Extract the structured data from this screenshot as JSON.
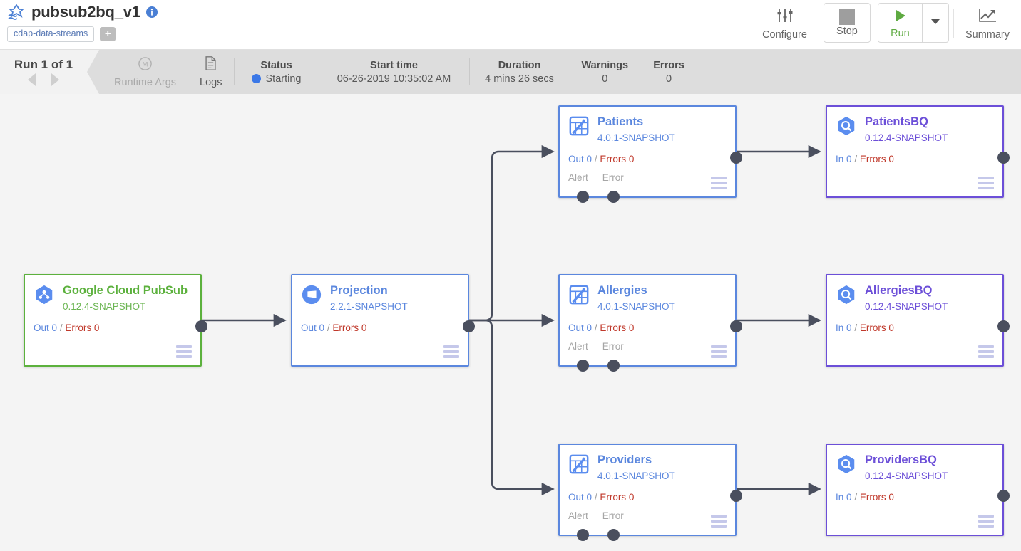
{
  "header": {
    "pipeline_icon": "pipeline-icon",
    "title": "pubsub2bq_v1",
    "info_icon": "info-icon",
    "tags": [
      "cdap-data-streams"
    ],
    "add_tag_label": "+",
    "tools": [
      {
        "name": "configure",
        "label": "Configure",
        "icon": "sliders-icon",
        "boxed": false
      },
      {
        "name": "stop",
        "label": "Stop",
        "icon": "stop-square-icon",
        "boxed": true
      },
      {
        "name": "run",
        "label": "Run",
        "icon": "play-triangle-icon",
        "boxed": true,
        "has_caret": true
      },
      {
        "name": "summary",
        "label": "Summary",
        "icon": "chart-line-icon",
        "boxed": false
      }
    ]
  },
  "statusbar": {
    "run_selector": {
      "label": "Run 1 of 1",
      "prev_icon": "triangle-left-icon",
      "next_icon": "triangle-right-icon"
    },
    "cells": [
      {
        "name": "runtime-args",
        "icon": "macro-m-icon",
        "head": "",
        "value": "Runtime Args",
        "dim": true
      },
      {
        "name": "logs",
        "icon": "document-icon",
        "head": "",
        "value": "Logs",
        "dim": false
      },
      {
        "name": "status",
        "head": "Status",
        "value": "Starting",
        "status_dot": "#3b78e7"
      },
      {
        "name": "start-time",
        "head": "Start time",
        "value": "06-26-2019 10:35:02 AM"
      },
      {
        "name": "duration",
        "head": "Duration",
        "value": "4 mins 26 secs"
      },
      {
        "name": "warnings",
        "head": "Warnings",
        "value": "0"
      },
      {
        "name": "errors",
        "head": "Errors",
        "value": "0"
      }
    ]
  },
  "colors": {
    "source_border": "#5cb13d",
    "transform_border": "#5b87de",
    "sink_border": "#6c4fd8",
    "error_text": "#c0392b",
    "canvas_bg": "#f4f4f4",
    "edge": "#4a4f5e"
  },
  "nodes": [
    {
      "id": "pubsub",
      "kind": "source",
      "icon": "google-cloud-pubsub-icon",
      "name": "Google Cloud PubSub",
      "version": "0.12.4-SNAPSHOT",
      "metric_label": "Out",
      "metric_value": "0",
      "errors_label": "Errors",
      "errors_value": "0",
      "ports": []
    },
    {
      "id": "projection",
      "kind": "transform",
      "icon": "projection-icon",
      "name": "Projection",
      "version": "2.2.1-SNAPSHOT",
      "metric_label": "Out",
      "metric_value": "0",
      "errors_label": "Errors",
      "errors_value": "0",
      "ports": []
    },
    {
      "id": "patients",
      "kind": "transform",
      "icon": "wrangler-icon",
      "name": "Patients",
      "version": "4.0.1-SNAPSHOT",
      "metric_label": "Out",
      "metric_value": "0",
      "errors_label": "Errors",
      "errors_value": "0",
      "ports": [
        "Alert",
        "Error"
      ]
    },
    {
      "id": "patientsbq",
      "kind": "sink",
      "icon": "bigquery-icon",
      "name": "PatientsBQ",
      "version": "0.12.4-SNAPSHOT",
      "metric_label": "In",
      "metric_value": "0",
      "errors_label": "Errors",
      "errors_value": "0",
      "ports": []
    },
    {
      "id": "allergies",
      "kind": "transform",
      "icon": "wrangler-icon",
      "name": "Allergies",
      "version": "4.0.1-SNAPSHOT",
      "metric_label": "Out",
      "metric_value": "0",
      "errors_label": "Errors",
      "errors_value": "0",
      "ports": [
        "Alert",
        "Error"
      ]
    },
    {
      "id": "allergiesbq",
      "kind": "sink",
      "icon": "bigquery-icon",
      "name": "AllergiesBQ",
      "version": "0.12.4-SNAPSHOT",
      "metric_label": "In",
      "metric_value": "0",
      "errors_label": "Errors",
      "errors_value": "0",
      "ports": []
    },
    {
      "id": "providers",
      "kind": "transform",
      "icon": "wrangler-icon",
      "name": "Providers",
      "version": "4.0.1-SNAPSHOT",
      "metric_label": "Out",
      "metric_value": "0",
      "errors_label": "Errors",
      "errors_value": "0",
      "ports": [
        "Alert",
        "Error"
      ]
    },
    {
      "id": "providersbq",
      "kind": "sink",
      "icon": "bigquery-icon",
      "name": "ProvidersBQ",
      "version": "0.12.4-SNAPSHOT",
      "metric_label": "In",
      "metric_value": "0",
      "errors_label": "Errors",
      "errors_value": "0",
      "ports": []
    }
  ]
}
